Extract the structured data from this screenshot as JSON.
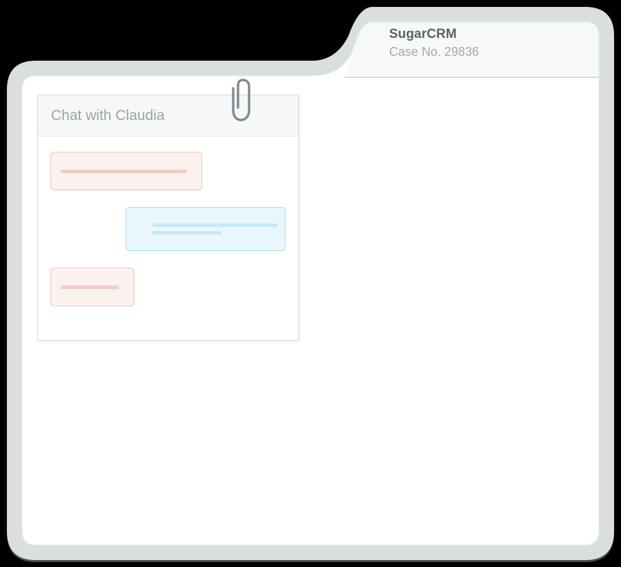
{
  "window": {
    "shape": "folder-tab-window",
    "frame_color": "#d7dcdd",
    "body_color": "#ffffff",
    "tab_color": "#f7f9f9",
    "divider_color": "#c9cfd0",
    "background_color": "#000000"
  },
  "tab": {
    "title": "SugarCRM",
    "subtitle": "Case No. 29836",
    "title_color": "#5a6268",
    "subtitle_color": "#a2aaad"
  },
  "chat_panel": {
    "title": "Chat with Claudia",
    "title_color": "#9aa3a6",
    "header_bg": "#f6f8f8",
    "border_color": "#d6dadb",
    "attachment_icon": "paperclip-icon",
    "attachment_icon_color": "#7d8a91",
    "messages": [
      {
        "id": "message-1",
        "side": "left",
        "variant": "pink",
        "fill": "#fbf1ef",
        "border": "#eec5b8",
        "line_color": "#f2cdc4",
        "lines": 1
      },
      {
        "id": "message-2",
        "side": "right",
        "variant": "blue",
        "fill": "#e9f6fc",
        "border": "#aadcef",
        "line_color": "#c7e8f7",
        "lines": 2
      },
      {
        "id": "message-3",
        "side": "left",
        "variant": "pink",
        "fill": "#fbf1ef",
        "border": "#eec5b8",
        "line_color": "#f2cdc4",
        "lines": 1
      }
    ]
  }
}
